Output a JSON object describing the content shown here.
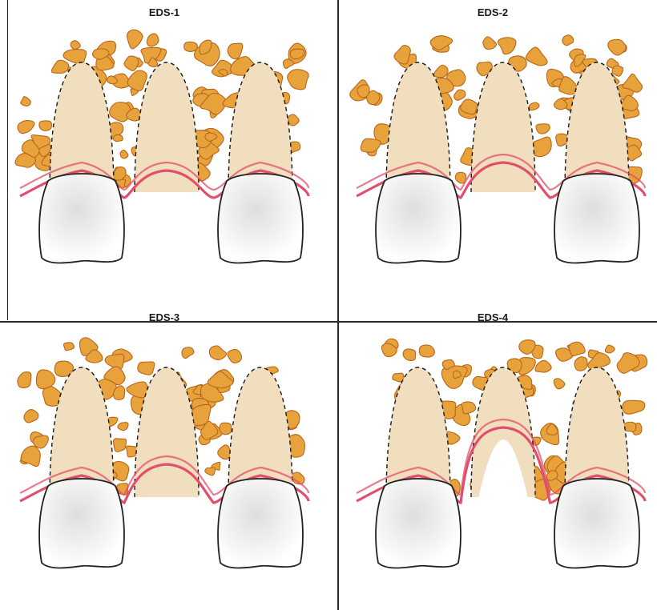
{
  "panels": [
    {
      "title": "EDS-1"
    },
    {
      "title": "EDS-2"
    },
    {
      "title": "EDS-3"
    },
    {
      "title": "EDS-4"
    }
  ],
  "colors": {
    "bone": "#E8A23C",
    "bone_dark": "#B8661A",
    "root": "#F1DEBE",
    "gingiva": "#E0506A",
    "tooth_outline": "#222222",
    "divider": "#2b2b2b"
  }
}
